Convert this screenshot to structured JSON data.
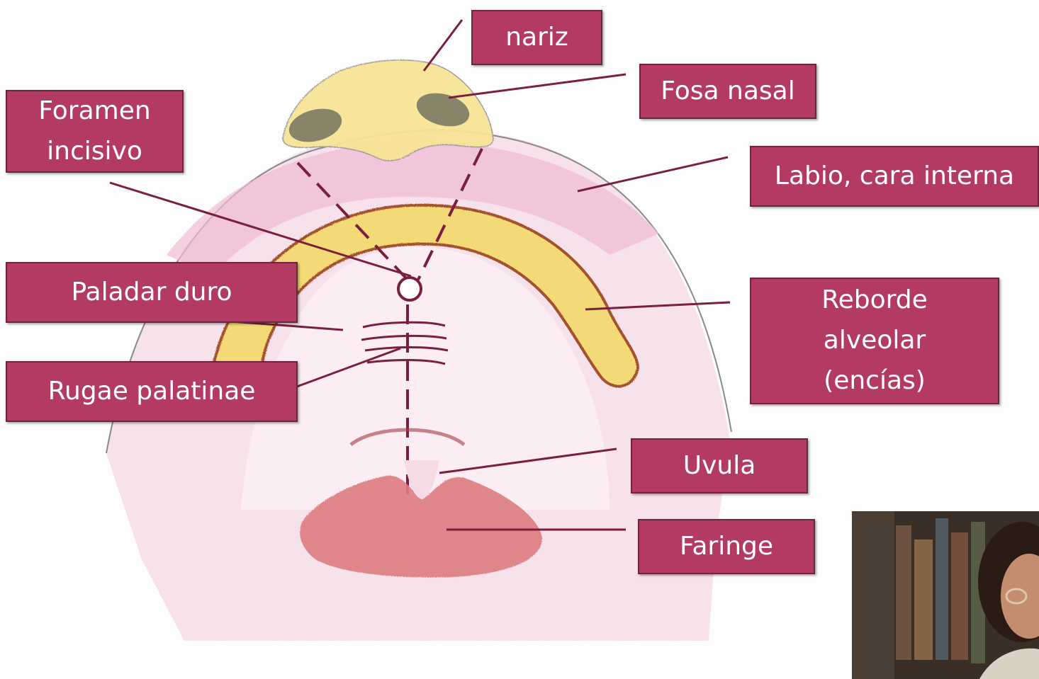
{
  "labels": {
    "nariz": "nariz",
    "fosa_nasal": "Fosa nasal",
    "foramen_incisivo": "Foramen\nincisivo",
    "labio": "Labio, cara interna",
    "paladar_duro": "Paladar duro",
    "reborde_alveolar": "Reborde\nalveolar\n(encías)",
    "rugae": "Rugae palatinae",
    "uvula": "Uvula",
    "faringe": "Faringe"
  },
  "colors": {
    "label_fill": "#b33a63",
    "label_border": "#6e2440",
    "label_text": "#ffffff",
    "leader_line": "#7a1f3d",
    "mucosa_pink": "#f3cfe0",
    "gum_yellow": "#f4d977",
    "nose_yellow": "#f7e496",
    "pharynx_red": "#dd7d80",
    "outline": "#7a4a3a"
  },
  "webcam": {
    "icon": "presenter-webcam-thumbnail"
  }
}
